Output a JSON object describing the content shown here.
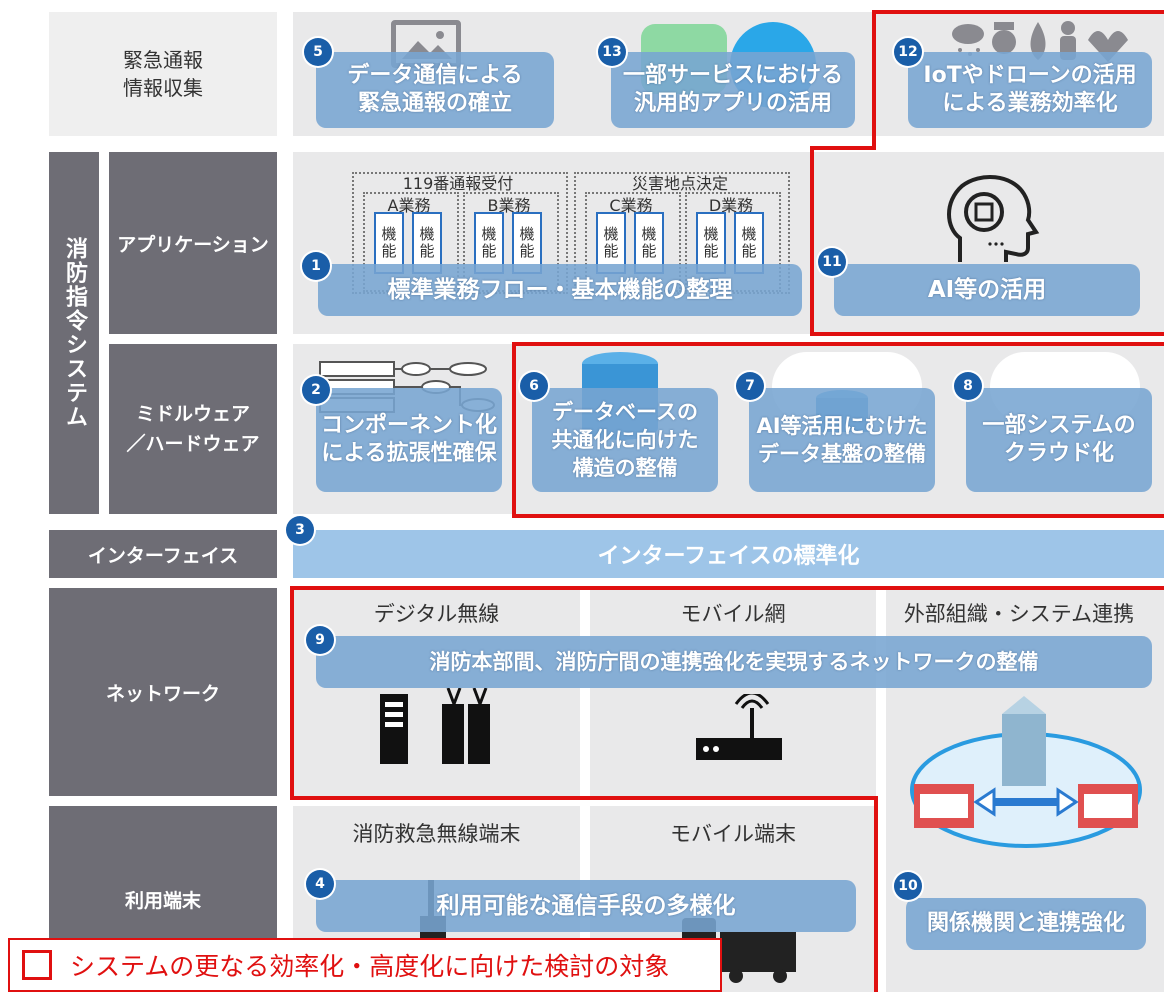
{
  "rows": {
    "emergency": "緊急通報\n情報収集",
    "command_system": "消防指令システム",
    "application": "アプリケーション",
    "middleware": "ミドルウェア\n／ハードウェア",
    "interface": "インターフェイス",
    "network": "ネットワーク",
    "terminal": "利用端末"
  },
  "items": {
    "n1": {
      "num": "1",
      "text": "標準業務フロー・基本機能の整理"
    },
    "n2": {
      "num": "2",
      "text": "コンポーネント化\nによる拡張性確保"
    },
    "n3": {
      "num": "3",
      "text": "インターフェイスの標準化"
    },
    "n4": {
      "num": "4",
      "text": "利用可能な通信手段の多様化"
    },
    "n5": {
      "num": "5",
      "text": "データ通信による\n緊急通報の確立"
    },
    "n6": {
      "num": "6",
      "text": "データベースの\n共通化に向けた\n構造の整備"
    },
    "n7": {
      "num": "7",
      "text": "AI等活用にむけた\nデータ基盤の整備"
    },
    "n8": {
      "num": "8",
      "text": "一部システムの\nクラウド化"
    },
    "n9": {
      "num": "9",
      "text": "消防本部間、消防庁間の連携強化を実現するネットワークの整備"
    },
    "n10": {
      "num": "10",
      "text": "関係機関と連携強化"
    },
    "n11": {
      "num": "11",
      "text": "AI等の活用"
    },
    "n12": {
      "num": "12",
      "text": "IoTやドローンの活用\nによる業務効率化"
    },
    "n13": {
      "num": "13",
      "text": "一部サービスにおける\n汎用的アプリの活用"
    }
  },
  "app_diagram": {
    "group1": "119番通報受付",
    "group2": "災害地点決定",
    "tasks": [
      "A業務",
      "B業務",
      "C業務",
      "D業務"
    ],
    "func": "機能"
  },
  "network_columns": [
    "デジタル無線",
    "モバイル網",
    "外部組織・システム連携"
  ],
  "terminal_columns": [
    "消防救急無線端末",
    "モバイル端末"
  ],
  "legend": "システムの更なる効率化・高度化に向けた検討の対象",
  "colors": {
    "accent_red": "#e01010",
    "badge_blue": "#1a5ea8",
    "caption_blue": "#78a5d2",
    "row_gray": "#6e6d75"
  }
}
